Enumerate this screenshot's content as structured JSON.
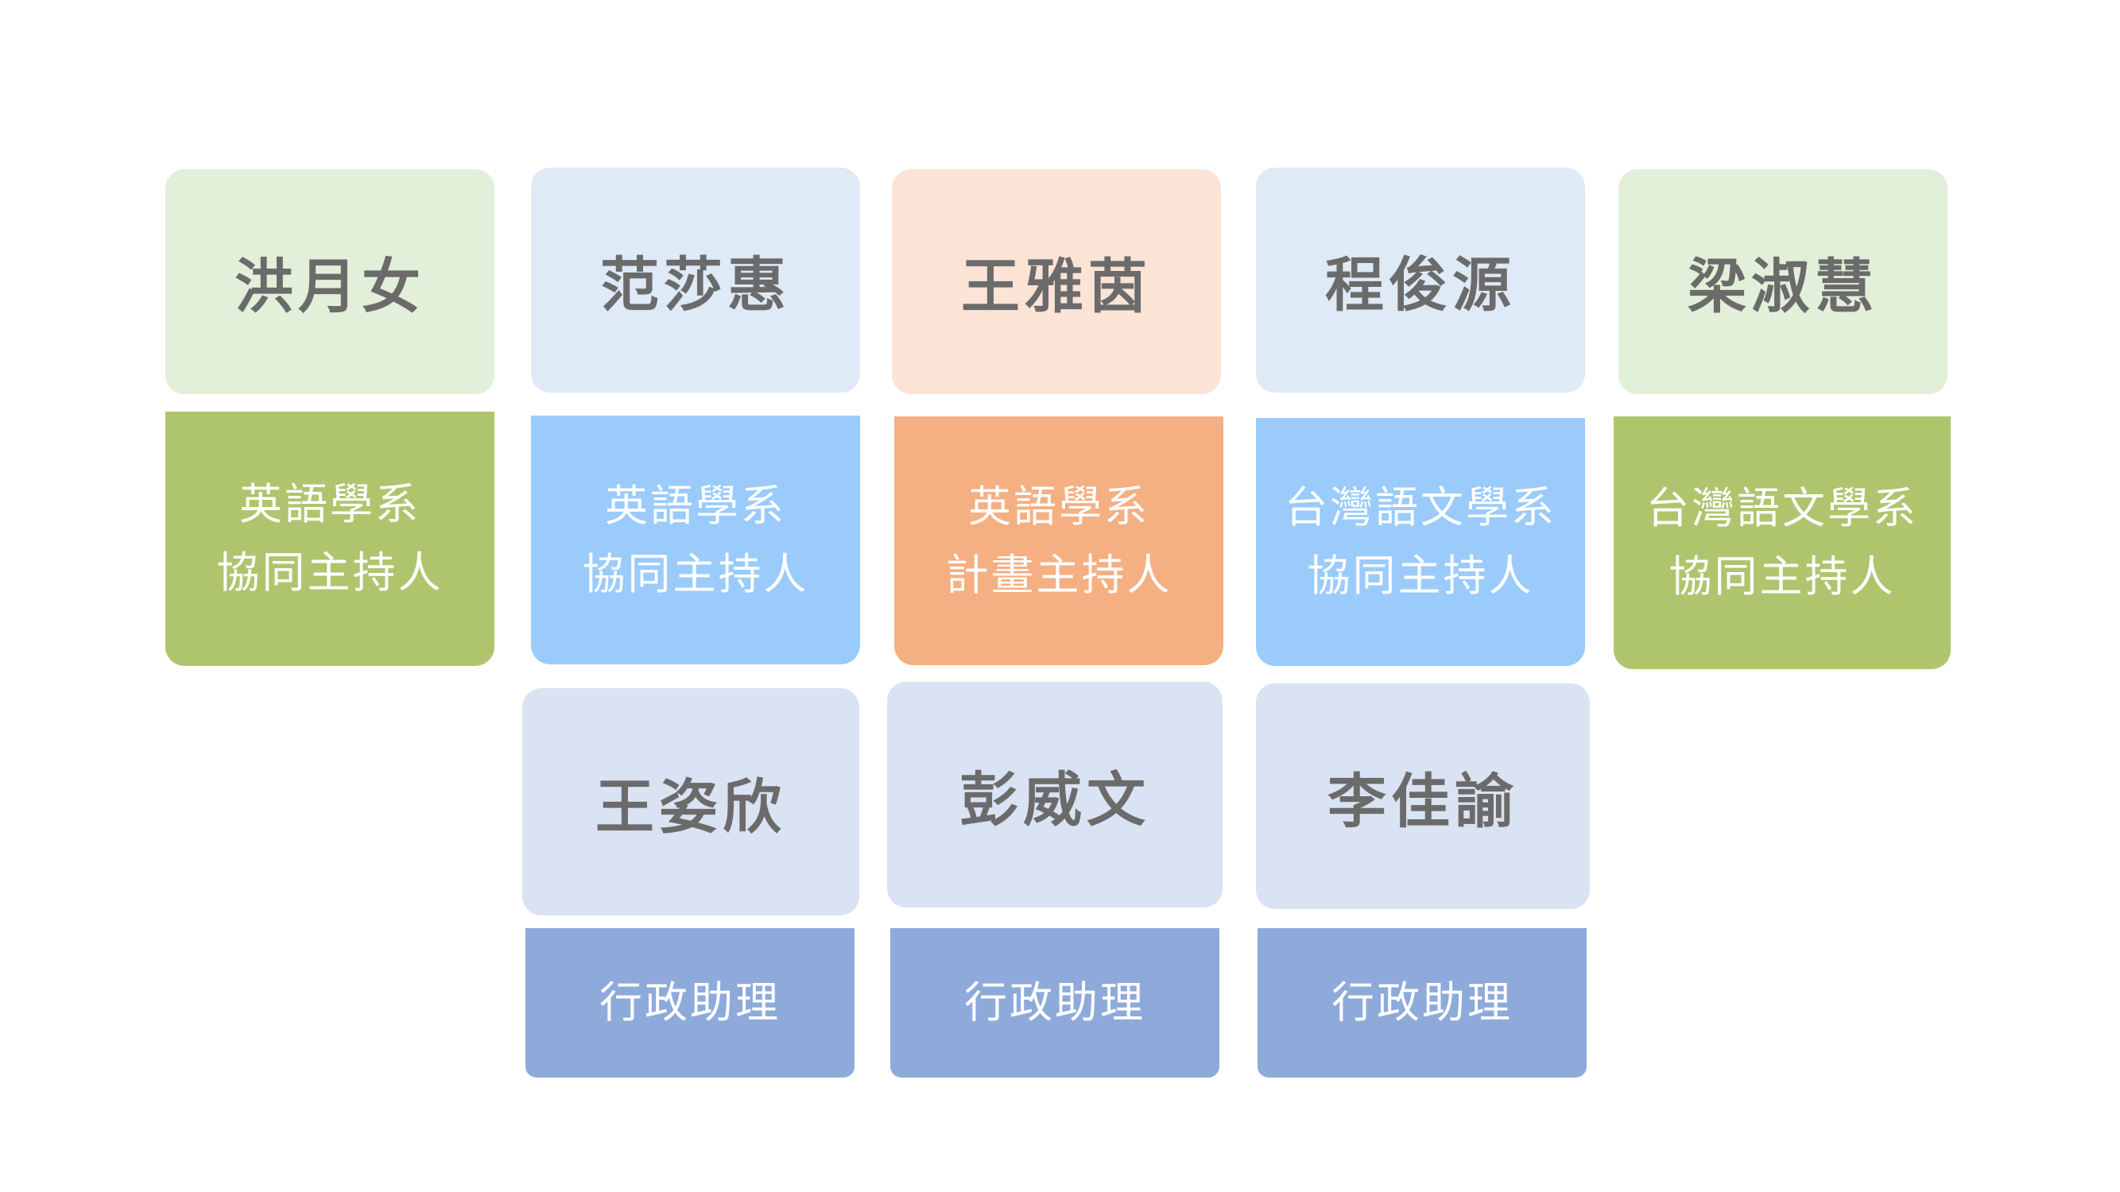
{
  "colors": {
    "green_light": "#e2efd9",
    "blue_light": "#deeaf6",
    "orange_light": "#fbe4d5",
    "lavender_light": "#dae3f3",
    "green": "#aec56e",
    "blue": "#9acbfb",
    "orange": "#f4af83",
    "periwinkle": "#8eaadb",
    "name_text": "#6b6b6b",
    "role_text": "#ffffff"
  },
  "members": [
    {
      "name": "洪月女",
      "dept": "英語學系",
      "role": "協同主持人"
    },
    {
      "name": "范莎惠",
      "dept": "英語學系",
      "role": "協同主持人"
    },
    {
      "name": "王雅茵",
      "dept": "英語學系",
      "role": "計畫主持人"
    },
    {
      "name": "程俊源",
      "dept": "台灣語文學系",
      "role": "協同主持人"
    },
    {
      "name": "梁淑慧",
      "dept": "台灣語文學系",
      "role": "協同主持人"
    }
  ],
  "assistants": [
    {
      "name": "王姿欣",
      "role": "行政助理"
    },
    {
      "name": "彭威文",
      "role": "行政助理"
    },
    {
      "name": "李佳諭",
      "role": "行政助理"
    }
  ]
}
